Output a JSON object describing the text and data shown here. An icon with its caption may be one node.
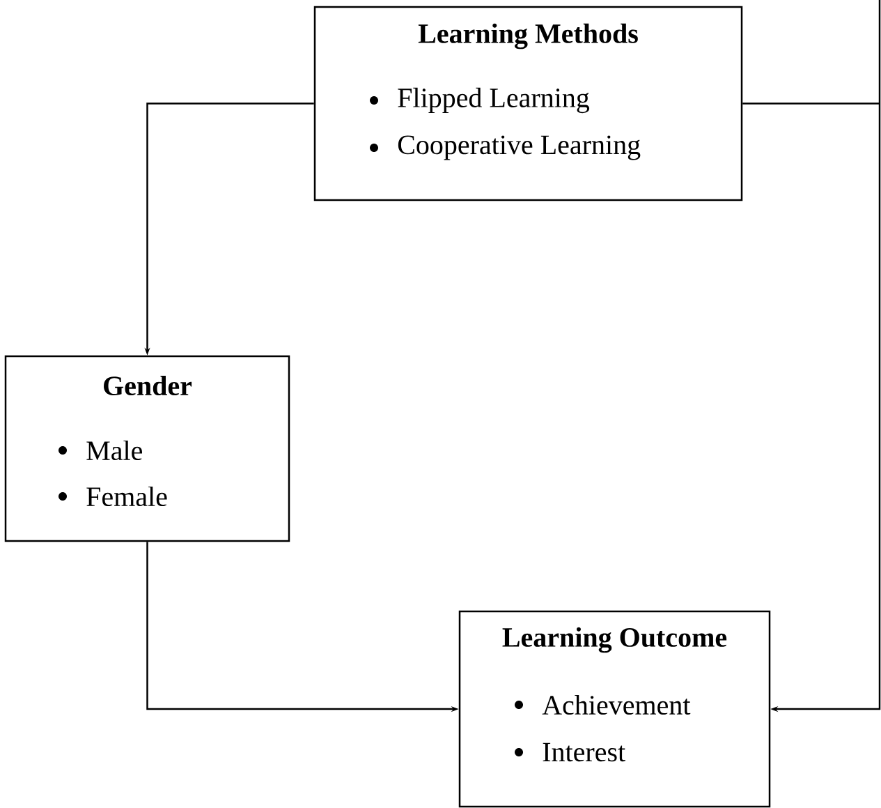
{
  "diagram": {
    "nodes": [
      {
        "text": [
          "Learning Methods",
          "Flipped Learning",
          "Cooperative Learning"
        ]
      },
      {
        "text": [
          "Gender",
          "Male",
          "Female"
        ]
      },
      {
        "text": [
          "Learning Outcome",
          "Achievement",
          "Interest"
        ]
      }
    ],
    "edges": [
      {
        "from": 0,
        "to": 1,
        "arrow": "to"
      },
      {
        "from": 1,
        "to": 2,
        "arrow": "to"
      },
      {
        "from": 0,
        "to": 2,
        "arrow": "to"
      }
    ]
  }
}
